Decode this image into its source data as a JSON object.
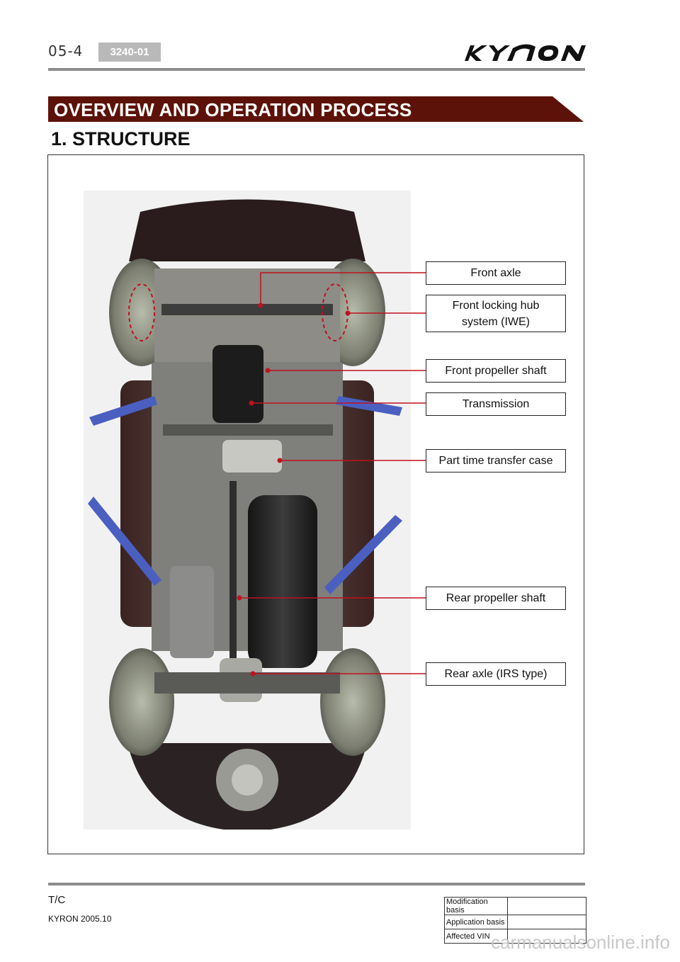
{
  "header": {
    "page_number": "05-4",
    "section_code": "3240-01",
    "brand": "KYRON"
  },
  "banner": {
    "title": "OVERVIEW AND OPERATION PROCESS"
  },
  "heading": "1. STRUCTURE",
  "callouts": [
    {
      "text": "Front axle"
    },
    {
      "text": "Front locking hub system (IWE)"
    },
    {
      "text": "Front propeller shaft"
    },
    {
      "text": "Transmission"
    },
    {
      "text": "Part time transfer case"
    },
    {
      "text": "Rear propeller shaft"
    },
    {
      "text": "Rear axle (IRS type)"
    }
  ],
  "colors": {
    "banner": "#5c1208",
    "callout_line": "#c0111f",
    "chassis_strut": "#4a5fc0"
  },
  "footer": {
    "section": "T/C",
    "model": "KYRON 2005.10",
    "revision_table": {
      "rows": [
        {
          "label": "Modification basis",
          "value": ""
        },
        {
          "label": "Application basis",
          "value": ""
        },
        {
          "label": "Affected VIN",
          "value": ""
        }
      ]
    }
  },
  "watermark": "carmanualsonline.info"
}
